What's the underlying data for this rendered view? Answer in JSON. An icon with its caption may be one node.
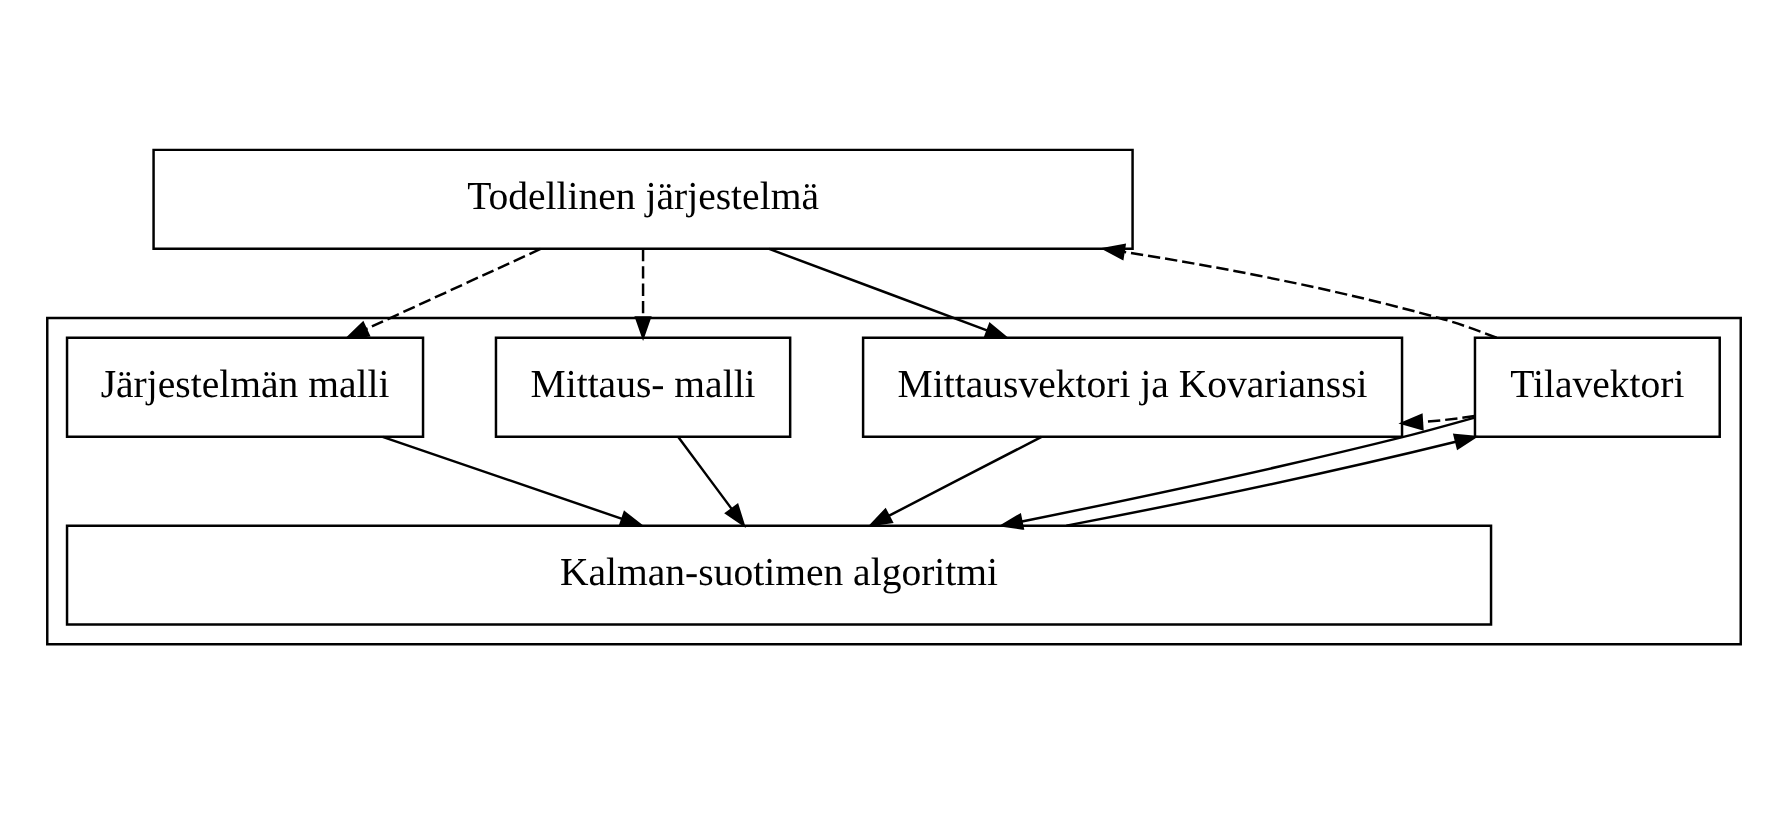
{
  "diagram": {
    "nodes": [
      {
        "text": [
          "Todellinen järjestelmä"
        ]
      },
      {
        "text": [],
        "shape": "box"
      },
      {
        "text": [
          "Järjestelmän malli"
        ],
        "in": 1
      },
      {
        "text": [
          "Mittaus- malli"
        ],
        "in": 1
      },
      {
        "text": [
          "Mittausvektori ja Kovarianssi"
        ],
        "in": 1
      },
      {
        "text": [
          "Tilavektori"
        ],
        "in": 1
      },
      {
        "text": [
          "Kalman-suotimen algoritmi"
        ],
        "in": 1
      }
    ],
    "edges": [
      {
        "from": 0,
        "to": 2,
        "arrow": "to",
        "style": "dashed"
      },
      {
        "from": 0,
        "to": 3,
        "arrow": "to",
        "style": "dashed"
      },
      {
        "from": 0,
        "to": 4,
        "arrow": "to"
      },
      {
        "from": 5,
        "to": 0,
        "arrow": "to",
        "style": "dashed"
      },
      {
        "from": 5,
        "to": 4,
        "arrow": "to",
        "style": "dashed"
      },
      {
        "from": 2,
        "to": 6,
        "arrow": "to"
      },
      {
        "from": 3,
        "to": 6,
        "arrow": "to"
      },
      {
        "from": 4,
        "to": 6,
        "arrow": "to"
      },
      {
        "from": 5,
        "to": 6,
        "arrow": "to"
      },
      {
        "from": 6,
        "to": 5,
        "arrow": "to"
      }
    ]
  }
}
